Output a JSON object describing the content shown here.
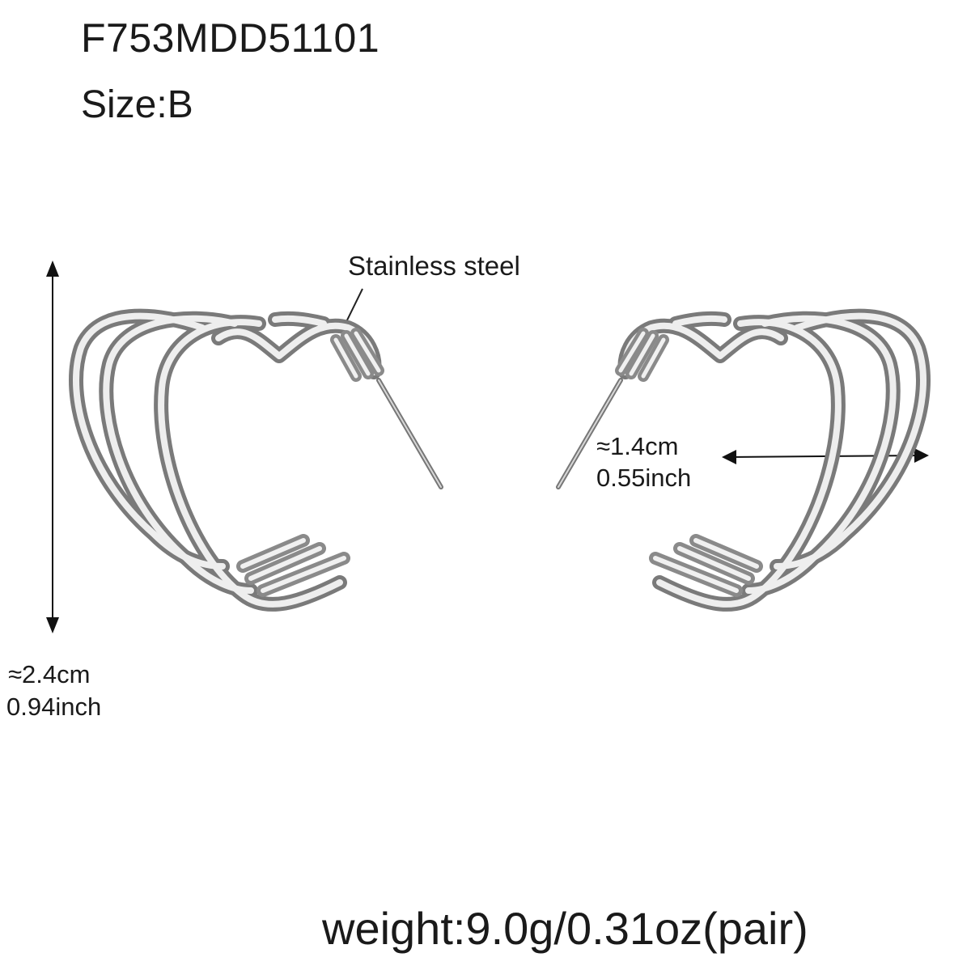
{
  "product": {
    "code": "F753MDD51101",
    "size": "Size:B",
    "material": "Stainless steel",
    "weight": "weight:9.0g/0.31oz(pair)"
  },
  "dimensions": {
    "height_cm": "≈2.4cm",
    "height_inch": "0.94inch",
    "width_cm": "≈1.4cm",
    "width_inch": "0.55inch"
  },
  "colors": {
    "text": "#1a1a1a",
    "metal_dark": "#8c8c8c",
    "metal_mid": "#c9c9c9",
    "metal_light": "#f4f4f4",
    "background": "#ffffff"
  }
}
